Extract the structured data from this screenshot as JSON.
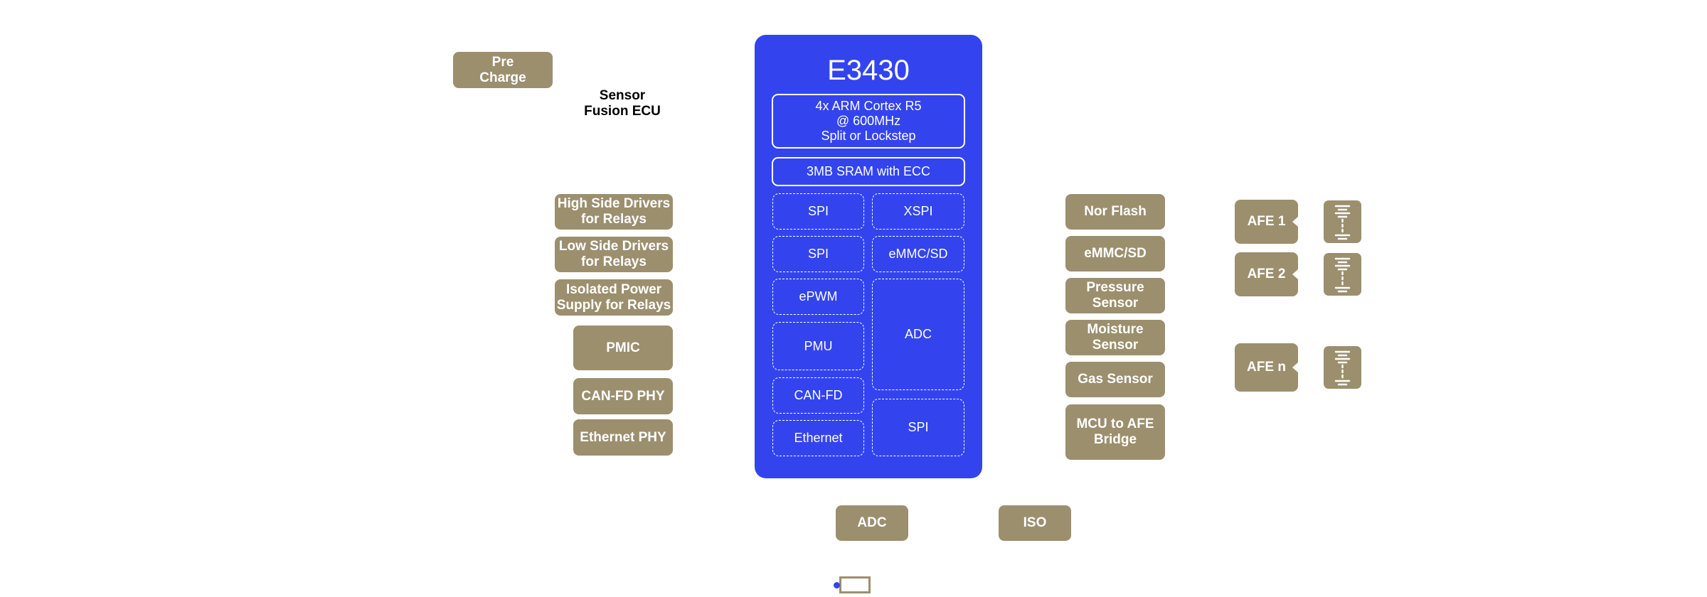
{
  "diagram": {
    "title_block": "Sensor\nFusion ECU",
    "pre_charge": "Pre\nCharge",
    "left_blocks": [
      "High Side Drivers\nfor Relays",
      "Low Side Drivers\nfor Relays",
      "Isolated Power\nSupply for Relays",
      "PMIC",
      "CAN-FD PHY",
      "Ethernet PHY"
    ],
    "mcu": {
      "name": "E3430",
      "cpu": "4x ARM Cortex R5\n@ 600MHz\nSplit or Lockstep",
      "sram": "3MB SRAM with ECC",
      "peripherals": {
        "spi_1": "SPI",
        "xspi": "XSPI",
        "spi_2": "SPI",
        "emmc": "eMMC/SD",
        "epwm": "ePWM",
        "adc": "ADC",
        "pmu": "PMU",
        "canfd": "CAN-FD",
        "spi_3": "SPI",
        "ethernet": "Ethernet"
      }
    },
    "right_blocks": [
      "Nor Flash",
      "eMMC/SD",
      "Pressure\nSensor",
      "Moisture\nSensor",
      "Gas Sensor",
      "MCU to AFE\nBridge"
    ],
    "afe_blocks": [
      "AFE 1",
      "AFE 2",
      "AFE n"
    ],
    "bottom_blocks": [
      "ADC",
      "ISO"
    ],
    "colors": {
      "mcu_fill": "#3344ee",
      "block_fill": "#9c8f6e"
    },
    "icons": {
      "battery_stack": "battery-stack-icon"
    }
  }
}
